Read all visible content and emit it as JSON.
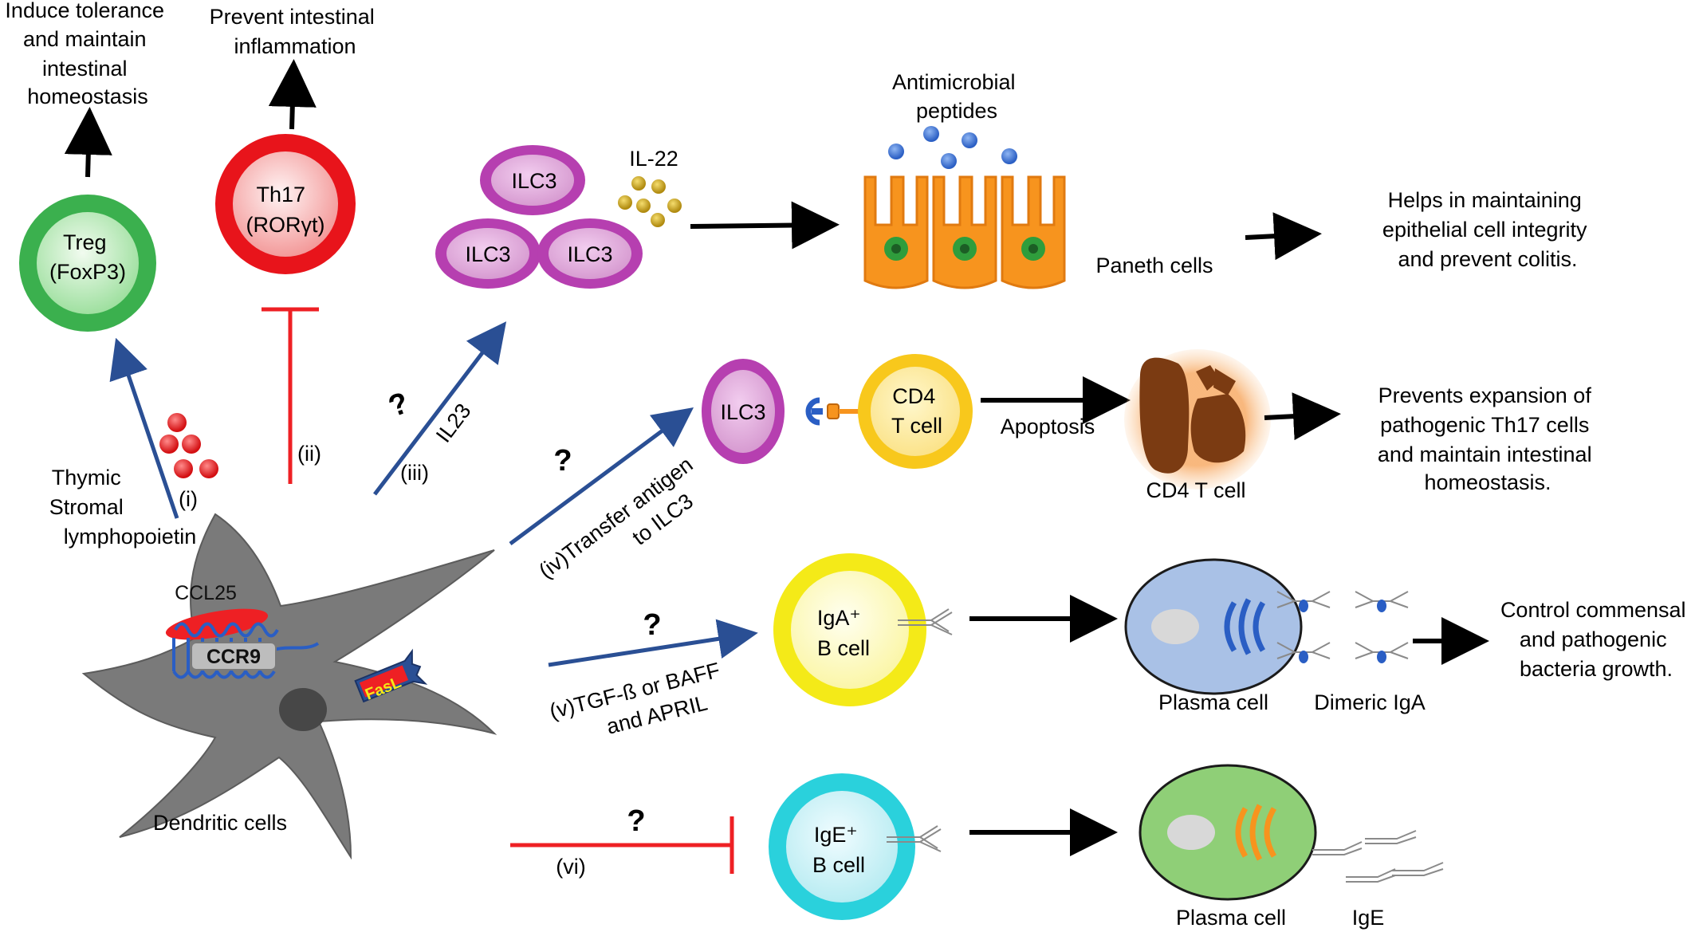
{
  "labels": {
    "treg_outcome": [
      "Induce tolerance",
      "and maintain",
      "intestinal",
      "homeostasis"
    ],
    "th17_outcome": [
      "Prevent intestinal",
      "inflammation"
    ],
    "treg_cell": [
      "Treg",
      "(FoxP3)"
    ],
    "th17_cell": [
      "Th17",
      "(RORγt)"
    ],
    "ilc3": "ILC3",
    "il22": "IL-22",
    "antimicrobial": [
      "Antimicrobial",
      "peptides"
    ],
    "paneth": "Paneth cells",
    "epithelial_outcome": [
      "Helps in maintaining",
      "epithelial cell integrity",
      "and prevent colitis."
    ],
    "cd4_cell": [
      "CD4",
      "T cell"
    ],
    "apoptosis": "Apoptosis",
    "dead_cd4": "CD4 T cell",
    "th17_expansion_outcome": [
      "Prevents expansion of",
      "pathogenic Th17 cells",
      "and  maintain intestinal",
      "homeostasis."
    ],
    "tslp": [
      "Thymic",
      "Stromal",
      "lymphopoietin"
    ],
    "path_i": "(i)",
    "path_ii": "(ii)",
    "path_iii": "(iii)",
    "il23": "IL23",
    "question": "?",
    "path_iv": [
      "(iv)Transfer antigen",
      "to ILC3"
    ],
    "iga_cell": [
      "IgA⁺",
      "B cell"
    ],
    "path_v": [
      "(v)TGF-ß or BAFF",
      "and APRIL"
    ],
    "plasma_cell": "Plasma cell",
    "dimeric_iga": "Dimeric IgA",
    "iga_outcome": [
      "Control commensal",
      "and pathogenic",
      "bacteria growth."
    ],
    "ccl25": "CCL25",
    "ccr9": "CCR9",
    "fasl": "FasL",
    "dendritic": "Dendritic cells",
    "ige_cell": [
      "IgE⁺",
      "B cell"
    ],
    "path_vi": "(vi)",
    "ige": "IgE"
  },
  "colors": {
    "blue_arrow": "#2a4f94",
    "red_inhibit": "#ee2024",
    "black_arrow": "#000000",
    "treg_ring": "#3bb04e",
    "th17_ring": "#e8141b",
    "ilc3": "#b63fb0",
    "cd4": "#f8c81c",
    "iga_ring": "#f4ea18",
    "ige_ring": "#2ad1dc",
    "paneth": "#f7941e",
    "dead_cell": "#7b3b12",
    "dendritic": "#7a7a7a",
    "plasma_iga": "#a9c1e6",
    "plasma_ige": "#8fcf77"
  }
}
